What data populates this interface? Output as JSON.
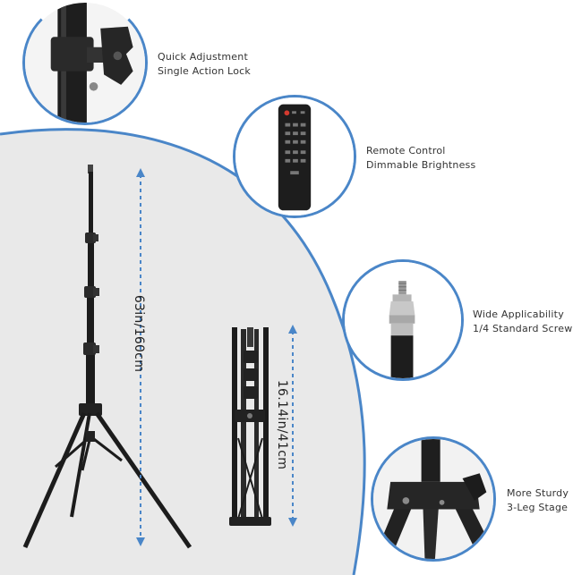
{
  "colors": {
    "accent_blue": "#4a86c8",
    "panel_gray": "#e8e8e8",
    "stand_black": "#1c1c1c",
    "text": "#333333"
  },
  "features": [
    {
      "id": "lock",
      "icon": "lock-knob-icon",
      "line1": "Quick Adjustment",
      "line2": "Single Action Lock"
    },
    {
      "id": "remote",
      "icon": "remote-control-icon",
      "line1": "Remote Control",
      "line2": "Dimmable Brightness"
    },
    {
      "id": "screw",
      "icon": "screw-mount-icon",
      "line1": "Wide Applicability",
      "line2": "1/4 Standard Screw"
    },
    {
      "id": "legs",
      "icon": "leg-bracket-icon",
      "line1": "More Sturdy",
      "line2": "3-Leg Stage"
    }
  ],
  "measurements": {
    "extended_height": "63in/160cm",
    "folded_height": "16.14in/41cm"
  }
}
